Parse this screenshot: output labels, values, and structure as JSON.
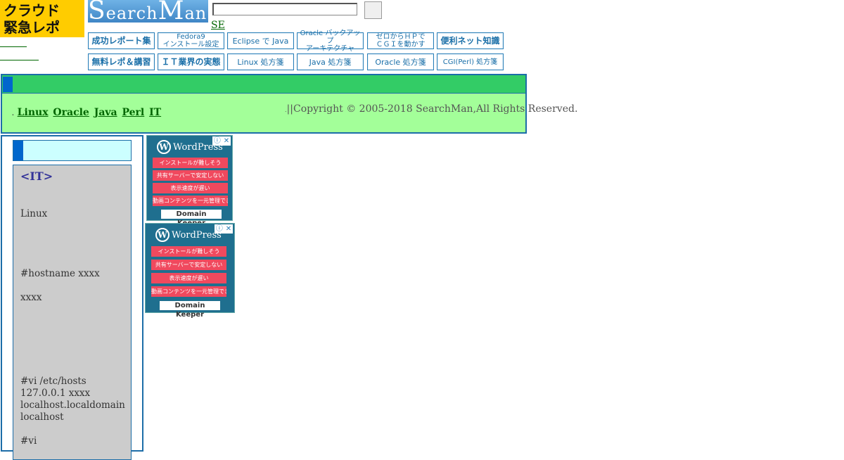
{
  "header": {
    "cloud_logo_line1": "クラウド",
    "cloud_logo_line2": "緊急レポ",
    "brand_logo_big1": "S",
    "brand_logo_small1": "earch",
    "brand_logo_big2": "M",
    "brand_logo_small2": "an",
    "search_value": "",
    "search_button_label": "",
    "se_link": "SE"
  },
  "nav": {
    "row1": [
      "成功レポート集",
      "Fedora9\nインストール設定",
      "Eclipse で Java",
      "Oracle バックアップ\nアーキテクチャ",
      "ゼロからＨＰで\nＣＧＩを動かす",
      "便利ネット知識"
    ],
    "row2": [
      "無料レポ＆講習",
      "ＩＴ業界の実態",
      "Linux 処方箋",
      "Java 処方箋",
      "Oracle 処方箋",
      "CGI(Perl) 処方箋"
    ]
  },
  "banner": {
    "links": [
      "Linux",
      "Oracle",
      "Java",
      "Perl",
      "IT"
    ],
    "copyright": "||Copyright © 2005-2018 SearchMan,All Rights Reserved."
  },
  "sidebar": {
    "heading": "<IT>",
    "lines": [
      "Linux",
      "#hostname xxxx",
      "xxxx",
      "#vi /etc/hosts",
      "127.0.0.1 xxxx",
      "localhost.localdomain",
      "localhost",
      "#vi"
    ]
  },
  "ads": {
    "brand": "WordPress",
    "brand_initial": "W",
    "rows": [
      "インストールが難しそう",
      "共有サーバーで安定しない",
      "表示速度が遅い",
      "動画コンテンツを一元管理できない"
    ],
    "footer": "Domain Keeper",
    "close_icons": [
      "ⓘ",
      "✕"
    ]
  },
  "colors": {
    "banner_bg": "#a3ff99",
    "banner_bar": "#33cc66",
    "accent_blue": "#0066cc",
    "border_blue": "#1c6da8",
    "logo_yellow": "#ffcc00",
    "link_green": "#006600",
    "sidebar_bg": "#cccccc",
    "ad_bg": "#1f6f8f",
    "ad_row": "#f0495e"
  }
}
